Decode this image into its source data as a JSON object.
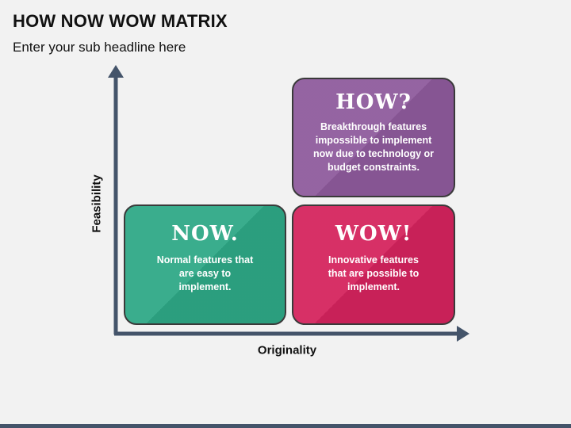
{
  "slide": {
    "title": "HOW NOW WOW MATRIX",
    "subtitle": "Enter your sub headline here"
  },
  "axes": {
    "y_label": "Feasibility",
    "x_label": "Originality",
    "color": "#44546a"
  },
  "quadrants": {
    "how": {
      "heading": "HOW?",
      "description": "Breakthrough features impossible to implement now due to technology or budget constraints.",
      "color": "#8e5a9c"
    },
    "now": {
      "heading": "NOW.",
      "description": "Normal features that are easy to implement.",
      "color": "#2ea886"
    },
    "wow": {
      "heading": "WOW!",
      "description": "Innovative features that are possible to implement.",
      "color": "#d5235d"
    }
  }
}
